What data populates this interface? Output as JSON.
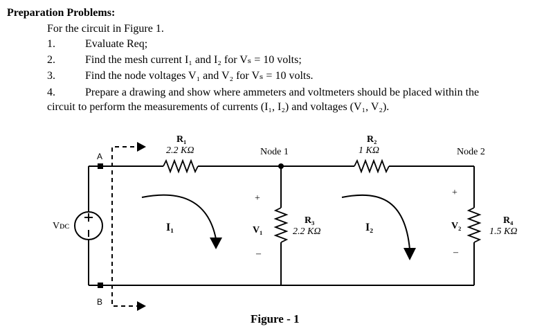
{
  "heading": "Preparation Problems:",
  "intro": "For the circuit in Figure 1.",
  "items": [
    {
      "num": "1.",
      "text": "Evaluate Req;"
    },
    {
      "num": "2.",
      "text": "Find the mesh current I₁ and I₂ for Vₛ = 10 volts;"
    },
    {
      "num": "3.",
      "text": "Find the node voltages V₁ and V₂ for Vₛ = 10 volts."
    },
    {
      "num": "4.",
      "text": "Prepare a drawing and show where ammeters and voltmeters should be placed within the"
    }
  ],
  "item4_cont": "circuit to perform the measurements of currents (I₁, I₂) and voltages (V₁, V₂).",
  "figure": {
    "caption": "Figure - 1",
    "r1": {
      "name": "R₁",
      "value": "2.2 KΩ"
    },
    "r2": {
      "name": "R₂",
      "value": "1 KΩ"
    },
    "r3": {
      "name": "R₃",
      "value": "2.2 KΩ"
    },
    "r4": {
      "name": "R₄",
      "value": "1.5 KΩ"
    },
    "node1": "Node 1",
    "node2": "Node 2",
    "vdc": "Vᴅᴄ",
    "i1": "I₁",
    "i2": "I₂",
    "v1": "V₁",
    "v2": "V₂",
    "plus": "+",
    "minus": "–",
    "terminal_a": "A",
    "terminal_b": "B"
  }
}
